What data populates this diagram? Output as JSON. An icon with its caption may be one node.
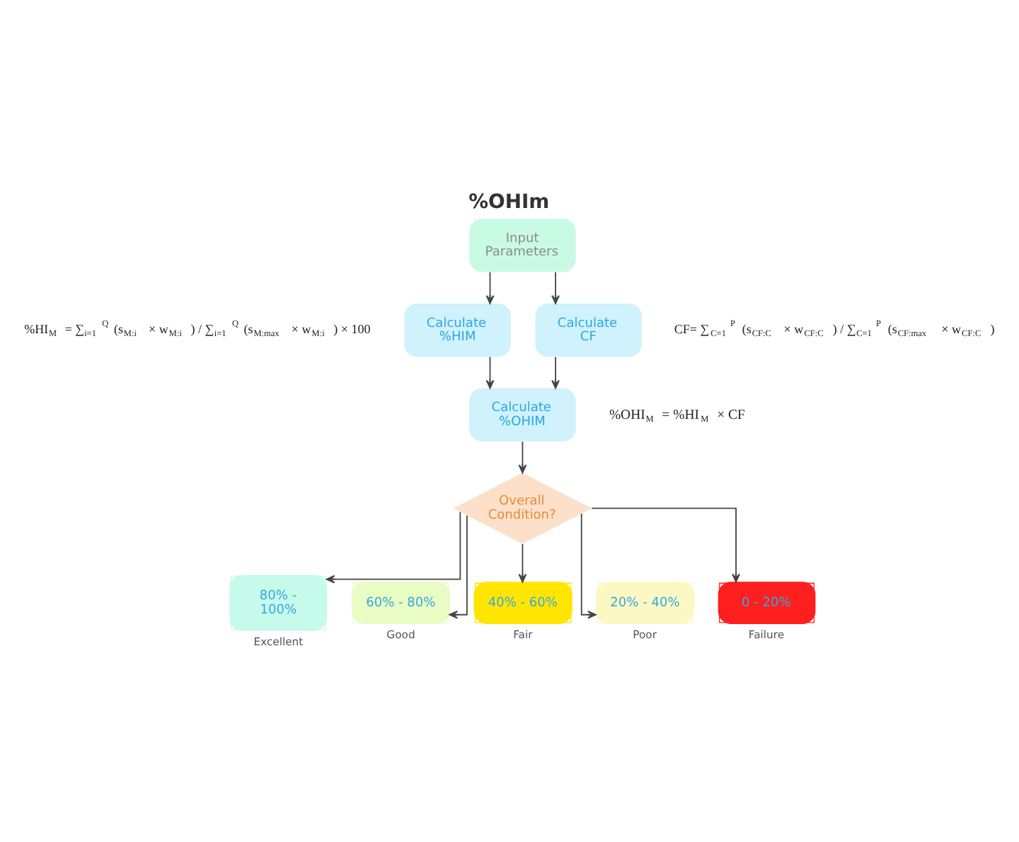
{
  "diagram": {
    "title": "%OHIm",
    "nodes": [
      {
        "text": [
          "Input Parameters"
        ]
      },
      {
        "text": [
          "Calculate %HIM"
        ],
        "beside": [
          "%HI$_{M}$ = ∑$_{i=1}$$^{Q}$(s$_{M:i}$ × w$_{M:i}$) / ∑$_{i=1}$$^{Q}$(s$_{M:max}$ × w$_{M:i}$) × 100"
        ]
      },
      {
        "text": [
          "Calculate CF"
        ],
        "beside": [
          "CF= ∑$_{C=1}$$^{P}$(s$_{CF:C}$ × w$_{CF:C}$) / ∑$_{C=1}$$^{P}$(s$_{CF:max}$ × w$_{CF:C}$)"
        ]
      },
      {
        "text": [
          "Calculate %OHIM"
        ],
        "beside": [
          "%OHI$_{M}$ = %HI$_{M}$ × CF"
        ]
      },
      {
        "text": [
          "Overall Condition?"
        ]
      },
      {
        "text": [
          "80% - 100%"
        ],
        "beside": [
          "Excellent"
        ]
      },
      {
        "text": [
          "60% - 80%"
        ],
        "beside": [
          "Good"
        ]
      },
      {
        "text": [
          "40% - 60%"
        ],
        "beside": [
          "Fair"
        ]
      },
      {
        "text": [
          "20% - 40%"
        ],
        "beside": [
          "Poor"
        ]
      },
      {
        "text": [
          "0 - 20%"
        ],
        "beside": [
          "Failure"
        ]
      }
    ],
    "edges": [
      {
        "from": 0,
        "to": 1,
        "arrow": "to"
      },
      {
        "from": 0,
        "to": 2,
        "arrow": "to"
      },
      {
        "from": 1,
        "to": 3,
        "arrow": "to"
      },
      {
        "from": 2,
        "to": 3,
        "arrow": "to"
      },
      {
        "from": 3,
        "to": 4,
        "arrow": "to"
      },
      {
        "from": 4,
        "to": 5,
        "arrow": "to"
      },
      {
        "from": 4,
        "to": 6,
        "arrow": "to"
      },
      {
        "from": 4,
        "to": 7,
        "arrow": "to"
      },
      {
        "from": 4,
        "to": 8,
        "arrow": "to"
      },
      {
        "from": 4,
        "to": 9,
        "arrow": "to"
      }
    ]
  }
}
